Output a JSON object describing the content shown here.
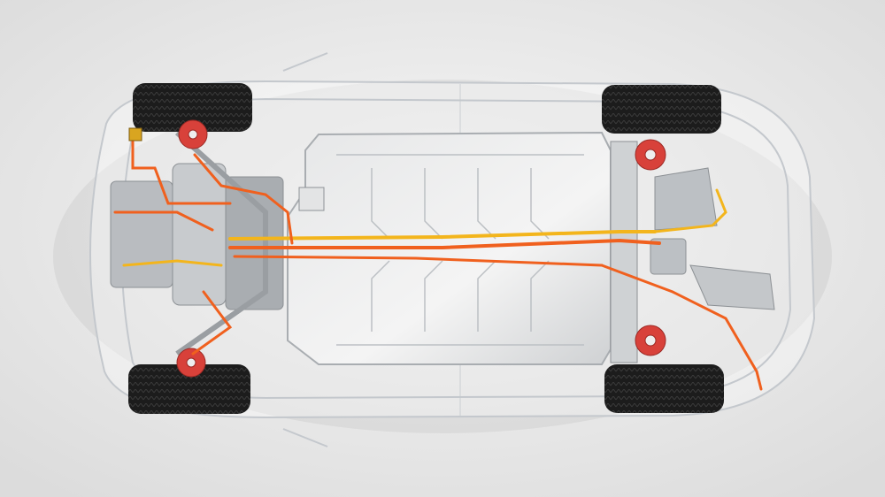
{
  "scene": {
    "subject": "ev-chassis-top-view",
    "colors": {
      "background": "#ececec",
      "body_outline": "#c9cdd2",
      "battery": "#d9dbdd",
      "battery_edge": "#aeb2b6",
      "tire": "#1c1c1c",
      "brake": "#d8413a",
      "cable_orange": "#f0601e",
      "cable_yellow": "#f3b51c",
      "metal": "#b9bcc0"
    },
    "components": [
      {
        "name": "front-left-wheel",
        "icon": "tire-icon"
      },
      {
        "name": "front-right-wheel",
        "icon": "tire-icon"
      },
      {
        "name": "rear-left-wheel",
        "icon": "tire-icon"
      },
      {
        "name": "rear-right-wheel",
        "icon": "tire-icon"
      },
      {
        "name": "battery-pack",
        "icon": "battery-icon"
      },
      {
        "name": "front-motor",
        "icon": "motor-icon"
      },
      {
        "name": "high-voltage-cables",
        "icon": "cable-icon"
      }
    ]
  }
}
